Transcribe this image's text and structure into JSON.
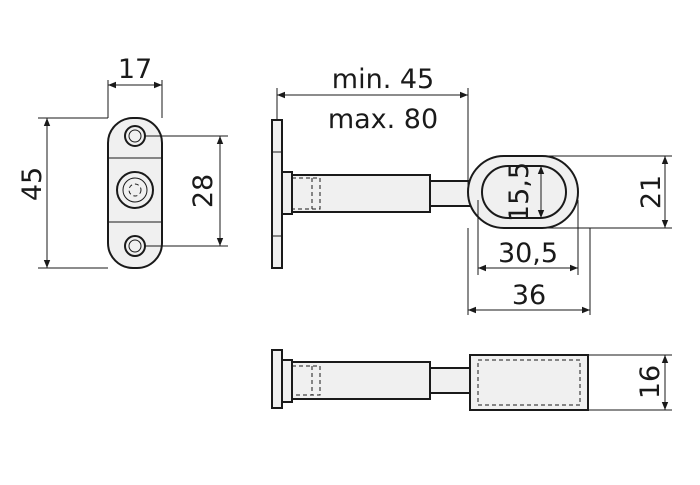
{
  "dimensions": {
    "width_top": "17",
    "height_side": "45",
    "hole_spacing": "28",
    "length_min": "min. 45",
    "length_max": "max. 80",
    "ring_inner": "15,5",
    "ring_outer": "21",
    "ring_inner_width": "30,5",
    "ring_outer_width": "36",
    "side_height": "16"
  },
  "colors": {
    "line": "#1a1a1a",
    "part_fill": "#f0f0f0",
    "background": "#ffffff"
  }
}
